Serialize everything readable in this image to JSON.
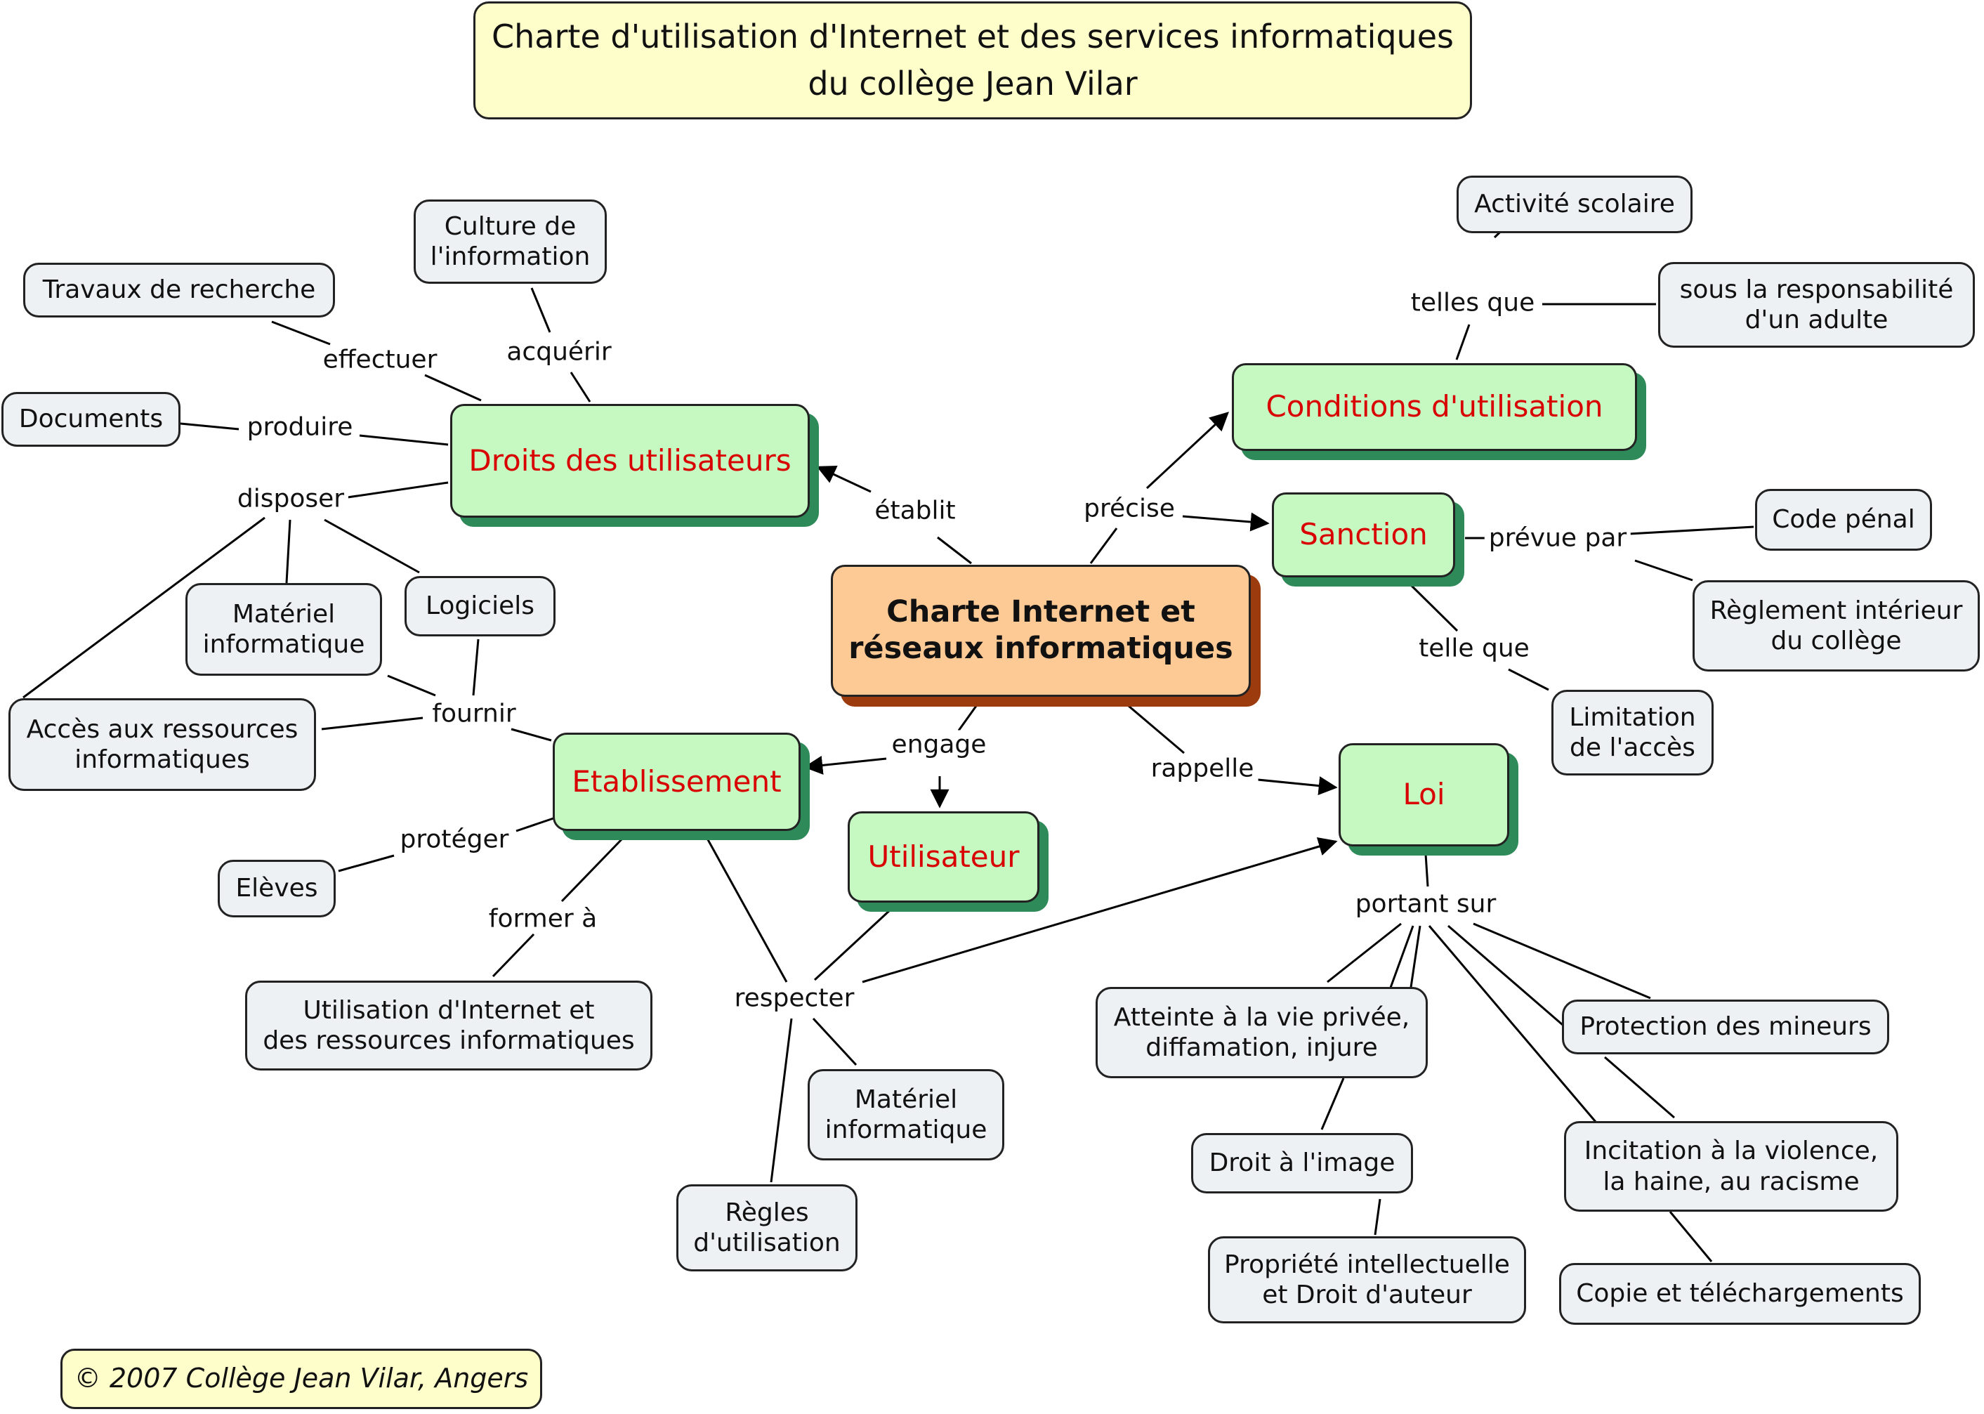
{
  "title": "Charte d'utilisation d'Internet et des services informatiques\ndu collège Jean Vilar",
  "copyright": "© 2007 Collège Jean Vilar, Angers",
  "center": "Charte Internet et\nréseaux informatiques",
  "concepts": {
    "droits": "Droits des utilisateurs",
    "conditions": "Conditions d'utilisation",
    "sanction": "Sanction",
    "etablissement": "Etablissement",
    "utilisateur": "Utilisateur",
    "loi": "Loi"
  },
  "links": {
    "etablit": "établit",
    "precise": "précise",
    "engage": "engage",
    "rappelle": "rappelle",
    "effectuer": "effectuer",
    "acquerir": "acquérir",
    "produire": "produire",
    "disposer": "disposer",
    "fournir": "fournir",
    "proteger": "protéger",
    "former": "former à",
    "respecter": "respecter",
    "telles_que": "telles que",
    "prevue_par": "prévue par",
    "telle_que": "telle que",
    "portant_sur": "portant sur"
  },
  "leaves": {
    "culture": "Culture de\nl'information",
    "travaux": "Travaux de recherche",
    "documents": "Documents",
    "materiel1": "Matériel\ninformatique",
    "logiciels": "Logiciels",
    "acces": "Accès aux ressources\ninformatiques",
    "eleves": "Elèves",
    "utilisation": "Utilisation d'Internet et\ndes ressources informatiques",
    "materiel2": "Matériel\ninformatique",
    "regles": "Règles\nd'utilisation",
    "activite": "Activité scolaire",
    "responsabilite": "sous la responsabilité\nd'un adulte",
    "code": "Code pénal",
    "reglement": "Règlement intérieur\ndu collège",
    "limitation": "Limitation\nde l'accès",
    "atteinte": "Atteinte à la vie privée,\ndiffamation, injure",
    "droit_image": "Droit à l'image",
    "propriete": "Propriété intellectuelle\net Droit d'auteur",
    "protection": "Protection des mineurs",
    "incitation": "Incitation à la violence,\nla haine, au racisme",
    "copie": "Copie et téléchargements"
  }
}
